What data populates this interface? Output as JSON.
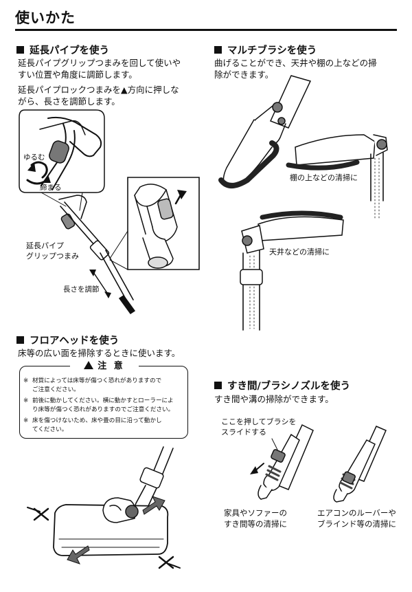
{
  "page_title": "使いかた",
  "extension_pipe": {
    "heading": "延長パイプを使う",
    "para1_line1": "延長パイプグリップつまみを回して使いや",
    "para1_line2": "すい位置や角度に調節します。",
    "para2_line1": "延長パイプロックつまみを▲方向に押しな",
    "para2_line2": "がら、長さを調節します。",
    "label_loosen": "ゆるむ",
    "label_tighten": "締まる",
    "label_grip_line1": "延長パイプ",
    "label_grip_line2": "グリップつまみ",
    "label_length": "長さを調節"
  },
  "multi_brush": {
    "heading": "マルチブラシを使う",
    "para_line1": "曲げることができ、天井や棚の上などの掃",
    "para_line2": "除ができます。",
    "label_shelf": "棚の上などの清掃に",
    "label_ceiling": "天井などの清掃に"
  },
  "floor_head": {
    "heading": "フロアヘッドを使う",
    "para": "床等の広い面を掃除するときに使います。"
  },
  "caution": {
    "title": "注 意",
    "mark": "※",
    "note1_line1": "材質によっては床等が傷つく恐れがありますので",
    "note1_line2": "ご注意ください。",
    "note2_line1": "前後に動かしてください。横に動かすとローラーによ",
    "note2_line2": "り床等が傷つく恐れがありますのでご注意ください。",
    "note3_line1": "床を傷つけないため、床や畳の目に沿って動かし",
    "note3_line2": "てください。"
  },
  "crevice_nozzle": {
    "heading": "すき間/ブラシノズルを使う",
    "para": "すき間や溝の掃除ができます。",
    "label_push_line1": "ここを押してブラシを",
    "label_push_line2": "スライドする",
    "label_furniture_line1": "家具やソファーの",
    "label_furniture_line2": "すき間等の清掃に",
    "label_aircon_line1": "エアコンのルーバーや",
    "label_aircon_line2": "ブラインド等の清掃に"
  }
}
